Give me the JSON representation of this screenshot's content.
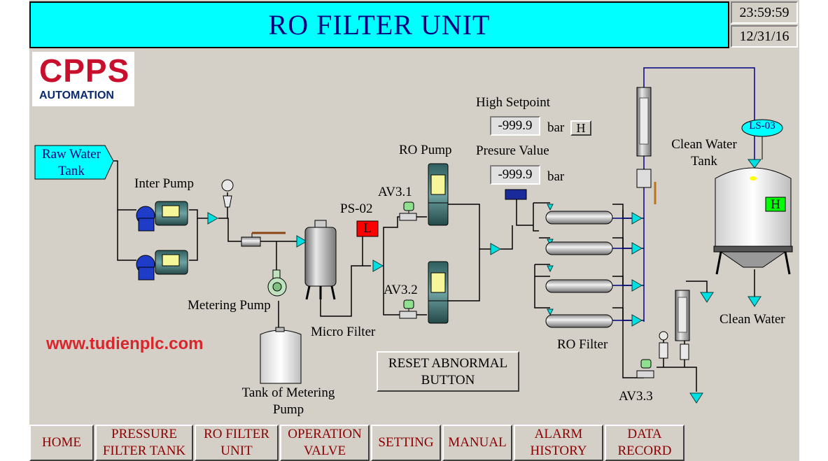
{
  "header": {
    "title": "RO FILTER UNIT",
    "time": "23:59:59",
    "date": "12/31/16"
  },
  "logo": {
    "main": "CPPS",
    "sub": "AUTOMATION"
  },
  "watermark": "www.tudienplc.com",
  "labels": {
    "raw_water_tank_line1": "Raw Water",
    "raw_water_tank_line2": "Tank",
    "inter_pump": "Inter Pump",
    "metering_pump": "Metering  Pump",
    "tank_of_metering_line1": "Tank of Metering",
    "tank_of_metering_line2": "Pump",
    "micro_filter": "Micro Filter",
    "ps02": "PS-02",
    "ps02_status": "L",
    "av31": "AV3.1",
    "av32": "AV3.2",
    "av33": "AV3.3",
    "ro_pump": "RO Pump",
    "high_setpoint": "High Setpoint",
    "presure_value": "Presure Value",
    "bar1": "bar",
    "bar2": "bar",
    "ro_filter": "RO Filter",
    "clean_water_tank_line1": "Clean Water",
    "clean_water_tank_line2": "Tank",
    "ls03": "LS-03",
    "clean_tank_level": "H",
    "clean_water": "Clean Water"
  },
  "values": {
    "high_setpoint": "-999.9",
    "presure_value": "-999.9",
    "high_button": "H"
  },
  "reset": {
    "line1": "RESET ABNORMAL",
    "line2": "BUTTON"
  },
  "nav": [
    {
      "line1": "HOME",
      "line2": ""
    },
    {
      "line1": "PRESSURE",
      "line2": "FILTER TANK"
    },
    {
      "line1": "RO FILTER",
      "line2": "UNIT"
    },
    {
      "line1": "OPERATION",
      "line2": "VALVE"
    },
    {
      "line1": "SETTING",
      "line2": ""
    },
    {
      "line1": "MANUAL",
      "line2": ""
    },
    {
      "line1": "ALARM",
      "line2": "HISTORY"
    },
    {
      "line1": "DATA",
      "line2": "RECORD"
    }
  ],
  "colors": {
    "accent": "#00ffff",
    "title": "#000080",
    "alarm_red": "#ff0000",
    "level_green": "#00ff00",
    "pipe_blue": "#000080",
    "nav_text": "#8b0000"
  }
}
